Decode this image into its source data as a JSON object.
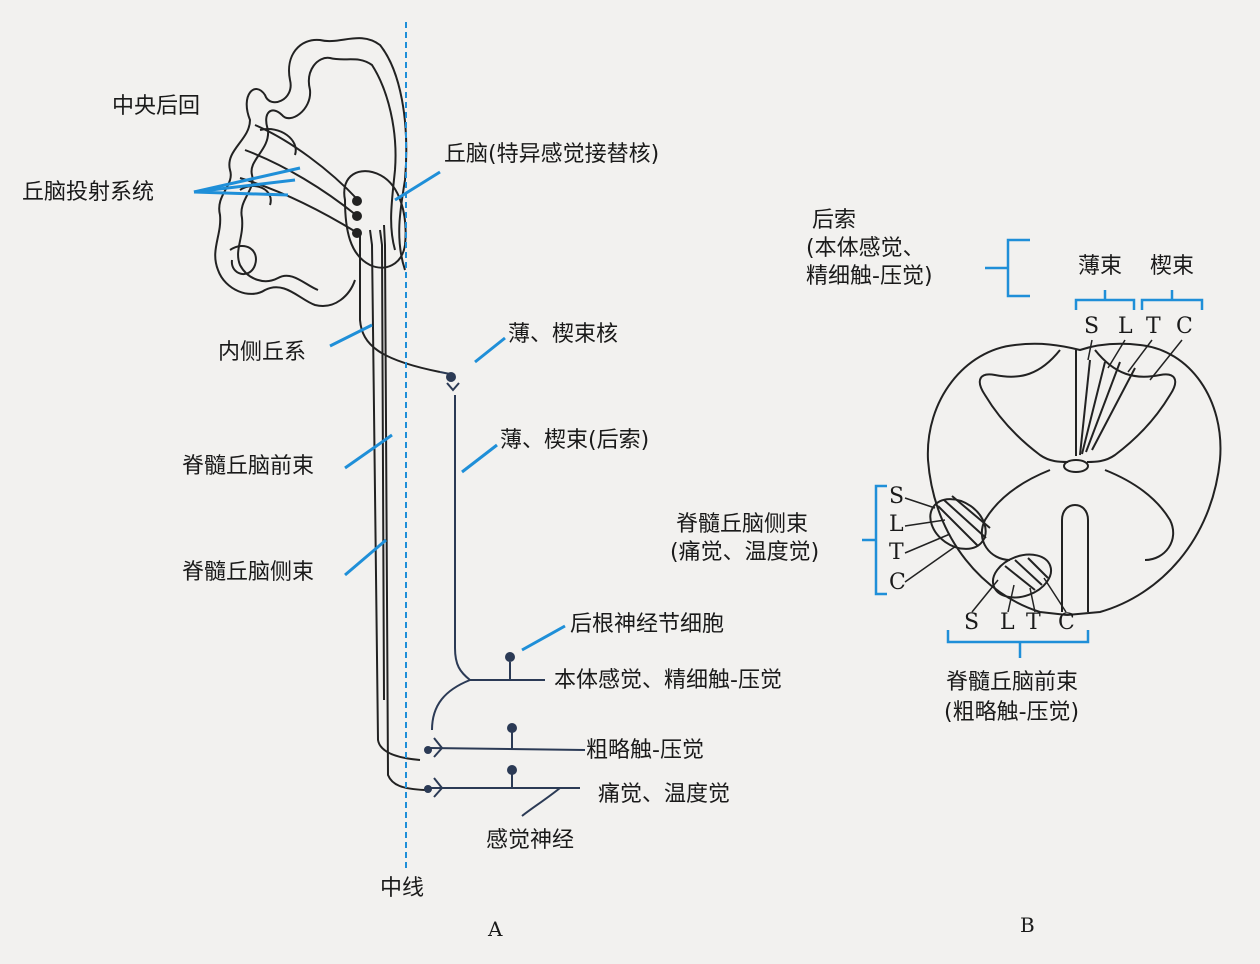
{
  "colors": {
    "accent": "#1f8fd8",
    "ink": "#222222",
    "neuron": "#2b3a55"
  },
  "panel_a": {
    "letter": "A",
    "labels": {
      "central_gyrus": "中央后回",
      "thalamic_projection": "丘脑投射系统",
      "thalamus": "丘脑(特异感觉接替核)",
      "medial_lemniscus": "内侧丘系",
      "gracile_cuneate_nuclei": "薄、楔束核",
      "gracile_cuneate_fasciculus": "薄、楔束(后索)",
      "anterior_spinothalamic": "脊髓丘脑前束",
      "lateral_spinothalamic": "脊髓丘脑侧束",
      "dorsal_root_ganglion": "后根神经节细胞",
      "proprioception": "本体感觉、精细触-压觉",
      "crude_touch": "粗略触-压觉",
      "pain_temperature": "痛觉、温度觉",
      "sensory_nerve": "感觉神经",
      "midline": "中线"
    }
  },
  "panel_b": {
    "letter": "B",
    "labels": {
      "posterior_column": "后索",
      "posterior_column_sub1": "(本体感觉、",
      "posterior_column_sub2": "精细触-压觉)",
      "gracile": "薄束",
      "cuneate": "楔束",
      "lateral_tract_1": "脊髓丘脑侧束",
      "lateral_tract_2": "(痛觉、温度觉)",
      "anterior_tract_1": "脊髓丘脑前束",
      "anterior_tract_2": "(粗略触-压觉)"
    },
    "segments": [
      "S",
      "L",
      "T",
      "C"
    ]
  }
}
